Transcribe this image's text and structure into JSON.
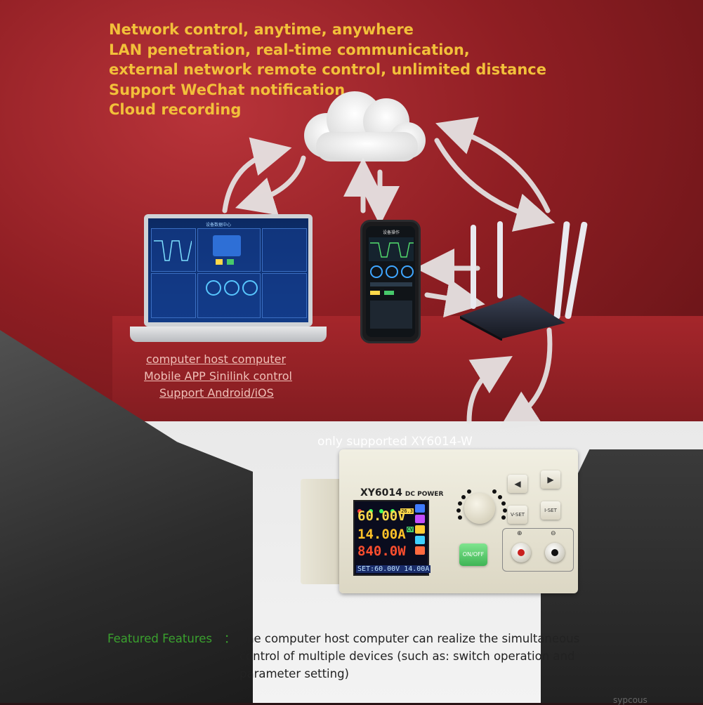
{
  "headline": [
    "Network control, anytime, anywhere",
    "LAN penetration, real-time communication,",
    "external network remote control, unlimited distance",
    "Support WeChat notification",
    "Cloud recording"
  ],
  "laptop_screen_title": "设备数据中心",
  "phone_screen_title": "设备操作",
  "sub_lines": [
    "computer host computer",
    "Mobile APP Sinilink control",
    "Support Android/iOS"
  ],
  "only_supported": "only supported XY6014-W",
  "device": {
    "model": "XY6014",
    "model_sub": "DC POWER",
    "voltage": "60.00V",
    "current": "14.00A",
    "power": "840.0W",
    "set_line": "SET:60.00V 14.00A",
    "chip_top": "26.3",
    "chip_cv": "CV",
    "left_arrow": "◀",
    "right_arrow": "▶",
    "vset": "V-SET",
    "iset": "I-SET",
    "onoff": "ON/OFF",
    "plus": "⊕",
    "minus": "⊖"
  },
  "features": {
    "label": "Featured Features",
    "colon": "：",
    "lines": [
      "The computer host computer can realize the simultaneous",
      "control of multiple devices (such as: switch operation and",
      "parameter setting)"
    ]
  },
  "cut_text": "sypcous",
  "colors": {
    "headline": "#f2c03a",
    "feature_label": "#3aa12e",
    "background_red": "#8f1e23"
  }
}
